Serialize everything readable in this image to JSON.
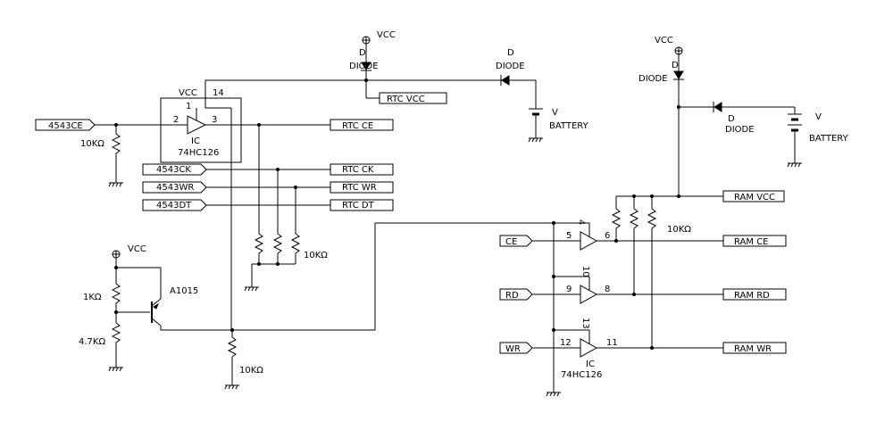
{
  "labels": {
    "vcc": "VCC",
    "d": "D",
    "diode": "DIODE",
    "v": "V",
    "battery": "BATTERY",
    "ic": "IC",
    "ic_part": "74HC126",
    "r10k": "10KΩ",
    "r1k": "1KΩ",
    "r47k": "4.7KΩ",
    "transistor": "A1015"
  },
  "ports": {
    "in_4543ce": "4543CE",
    "in_4543ck": "4543CK",
    "in_4543wr": "4543WR",
    "in_4543dt": "4543DT",
    "out_rtc_vcc": "RTC VCC",
    "out_rtc_ce": "RTC CE",
    "out_rtc_ck": "RTC CK",
    "out_rtc_wr": "RTC WR",
    "out_rtc_dt": "RTC DT",
    "in_ce": "CE",
    "in_rd": "RD",
    "in_wr": "WR",
    "out_ram_vcc": "RAM VCC",
    "out_ram_ce": "RAM CE",
    "out_ram_rd": "RAM RD",
    "out_ram_wr": "RAM WR"
  },
  "pins": {
    "p14": "14",
    "p1": "1",
    "p2": "2",
    "p3": "3",
    "p4": "4",
    "p5": "5",
    "p6": "6",
    "p10": "10",
    "p9": "9",
    "p8": "8",
    "p13": "13",
    "p12": "12",
    "p11": "11"
  }
}
